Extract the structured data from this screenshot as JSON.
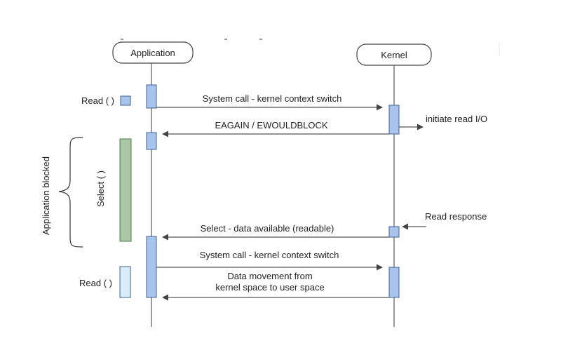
{
  "participants": {
    "application": "Application",
    "kernel": "Kernel"
  },
  "messages": {
    "syscall_1": "System call - kernel context switch",
    "eagain": "EAGAIN / EWOULDBLOCK",
    "select_available": "Select - data available (readable)",
    "syscall_2": "System call - kernel context switch",
    "data_movement_line1": "Data movement from",
    "data_movement_line2": "kernel space to user space"
  },
  "notes": {
    "initiate_read": "initiate read I/O",
    "read_response": "Read response"
  },
  "side_labels": {
    "read_1": "Read ( )",
    "read_2": "Read ( )",
    "select": "Select ( )",
    "application_blocked": "Application blocked"
  },
  "colors": {
    "activation_fill": "#a9c4ec",
    "activation_stroke": "#3b5f93",
    "select_bar_fill": "#a9c7a5",
    "select_bar_stroke": "#4d7a4a",
    "read_box_2_fill": "#d9ecfb"
  }
}
